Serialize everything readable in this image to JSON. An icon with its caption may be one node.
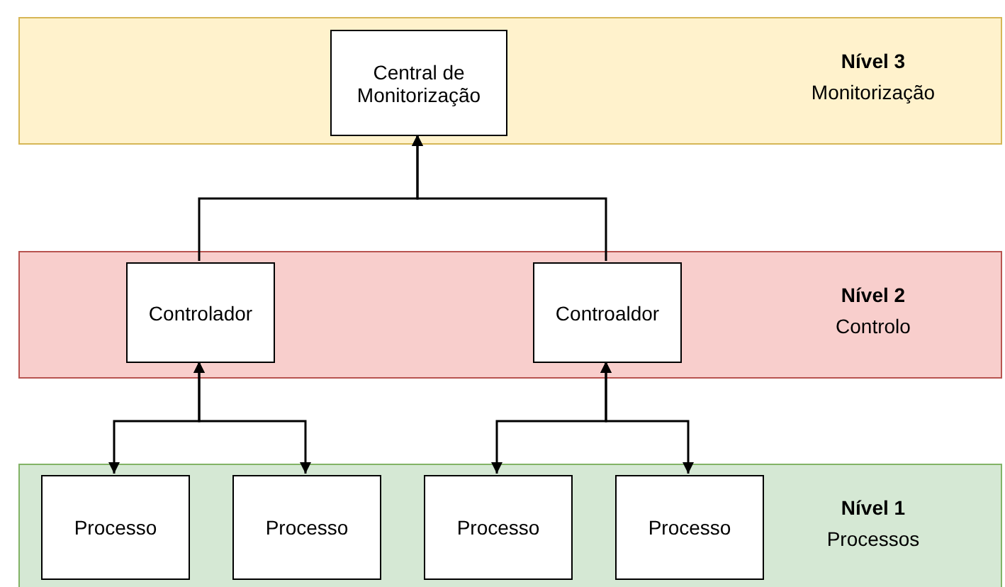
{
  "diagram": {
    "nodes": [
      {
        "text": [
          "Nível 3",
          "Monitorização"
        ]
      },
      {
        "text": [
          "Central de Monitorização"
        ],
        "in": 0
      },
      {
        "text": [
          "Nível 2",
          "Controlo"
        ]
      },
      {
        "text": [
          "Controlador"
        ],
        "in": 2
      },
      {
        "text": [
          "Controaldor"
        ],
        "in": 2
      },
      {
        "text": [
          "Nível 1",
          "Processos"
        ]
      },
      {
        "text": [
          "Processo"
        ],
        "in": 5
      },
      {
        "text": [
          "Processo"
        ],
        "in": 5
      },
      {
        "text": [
          "Processo"
        ],
        "in": 5
      },
      {
        "text": [
          "Processo"
        ],
        "in": 5
      }
    ],
    "edges": [
      {
        "from": 3,
        "to": 1,
        "arrow": "to"
      },
      {
        "from": 4,
        "to": 1,
        "arrow": "to"
      },
      {
        "from": 6,
        "to": 3,
        "arrow": "both"
      },
      {
        "from": 7,
        "to": 3,
        "arrow": "both"
      },
      {
        "from": 8,
        "to": 4,
        "arrow": "both"
      },
      {
        "from": 9,
        "to": 4,
        "arrow": "both"
      }
    ]
  }
}
